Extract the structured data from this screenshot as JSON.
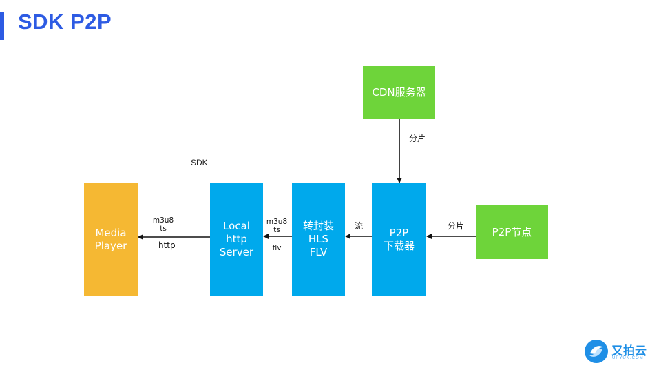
{
  "title": "SDK P2P",
  "sdk_label": "SDK",
  "nodes": {
    "cdn": "CDN服务器",
    "p2p_peer": "P2P节点",
    "downloader": [
      "P2P",
      "下载器"
    ],
    "remux": [
      "转封装",
      "HLS",
      "FLV"
    ],
    "local_server": [
      "Local",
      "http",
      "Server"
    ],
    "player": [
      "Media",
      "Player"
    ]
  },
  "edges": {
    "cdn_to_downloader": "分片",
    "peer_to_downloader": "分片",
    "downloader_to_remux": "流",
    "remux_to_server_top": [
      "m3u8",
      "ts"
    ],
    "remux_to_server_bottom": "flv",
    "server_to_player_top": [
      "m3u8",
      "ts"
    ],
    "server_to_player_bottom": "http"
  },
  "logo": {
    "name": "又拍云",
    "sub": "UPYUN.COM"
  },
  "colors": {
    "title": "#2d5be3",
    "blue_node": "#00a9ec",
    "green_node": "#6ed43a",
    "orange_node": "#f5b833"
  }
}
